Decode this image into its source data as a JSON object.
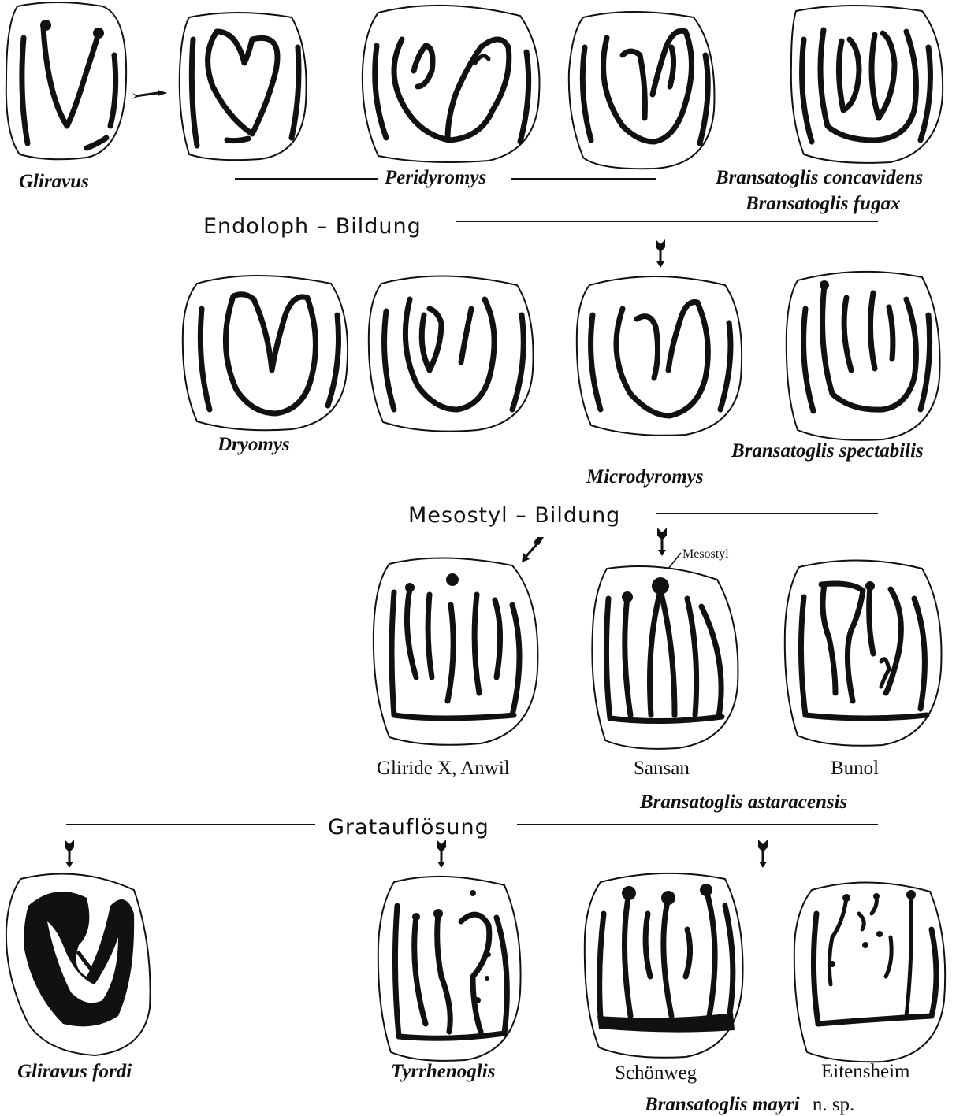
{
  "teeth": {
    "gliravus": "Gliravus",
    "peridyromys": "Peridyromys",
    "bransatoglis_concavidens": "Bransatoglis concavidens",
    "bransatoglis_fugax": "Bransatoglis fugax",
    "dryomys": "Dryomys",
    "microdyromys": "Microdyromys",
    "bransatoglis_spectabilis": "Bransatoglis spectabilis",
    "gliride_x": "Gliride X, Anwil",
    "sansan": "Sansan",
    "bunol": "Bunol",
    "bransatoglis_astaracensis": "Bransatoglis astaracensis",
    "gliravus_fordi": "Gliravus fordi",
    "tyrrhenoglis": "Tyrrhenoglis",
    "schoenweg": "Schönweg",
    "eitensheim": "Eitensheim",
    "bransatoglis_mayri": "Bransatoglis mayri",
    "mayri_suffix": "n. sp."
  },
  "stages": {
    "endoloph": "Endoloph – Bildung",
    "mesostyl": "Mesostyl – Bildung",
    "grat": "Gratauflösung"
  },
  "annotations": {
    "mesostyl": "Mesostyl"
  }
}
